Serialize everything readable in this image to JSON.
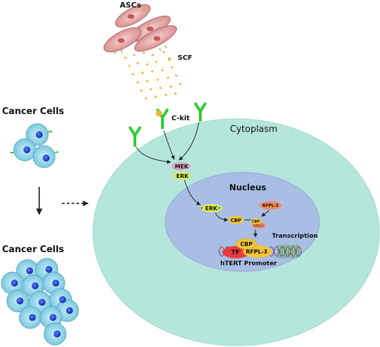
{
  "labels": {
    "ascs": "ASCs",
    "scf": "SCF",
    "ckit": "C-kit",
    "cytoplasm": "Cytoplasm",
    "cancer_cells_top": "Cancer Cells",
    "cancer_cells_bottom": "Cancer Cells",
    "mek": "MEK",
    "erk": "ERK",
    "nucleus": "Nucleus",
    "perk_pre": "P",
    "perk": "ERK",
    "perk_post": "P",
    "cbp": "CBP",
    "rfpl3": "RFPL-3",
    "cbp_complex": "CBP",
    "rfpl3_complex": "RFPL-3",
    "transcription": "Transcription",
    "tf": "TF",
    "cbp_promoter": "CBP",
    "rfpl3_promoter": "RFPL-3",
    "htert_promoter": "hTERT Promoter"
  },
  "colors": {
    "cytoplasm": "#b5e6dc",
    "nucleus": "#a8bee4",
    "asc_cell": "#e8a8a8",
    "scf_dot": "#f0b43c",
    "receptor": "#2ecc2e",
    "cancer_cell": "#9fd8e8",
    "cancer_nucleus": "#1a3fd0",
    "mek": "#d9a8c0",
    "erk": "#d8ee5a",
    "cbp": "#f2c43a",
    "rfpl3": "#f08a5a",
    "tf": "#e83c3c",
    "dna": "#c83c3c"
  }
}
